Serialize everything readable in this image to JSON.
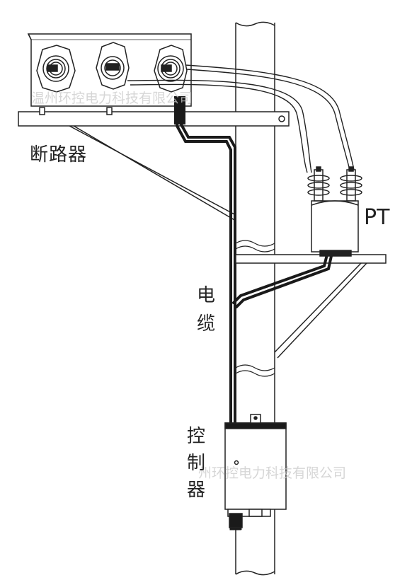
{
  "labels": {
    "breaker": "断路器",
    "pt": "PT",
    "cable": "电缆",
    "controller": "控制器"
  },
  "watermarks": {
    "top": "温州环控电力科技有限公司",
    "bottom": "州环控电力科技有限公司"
  },
  "colors": {
    "line": "#222222",
    "cable": "#1a1a1a",
    "watermark": "#c9c9c9"
  },
  "icons": [
    "bushing-icon",
    "insulator-icon",
    "bolt-icon"
  ]
}
